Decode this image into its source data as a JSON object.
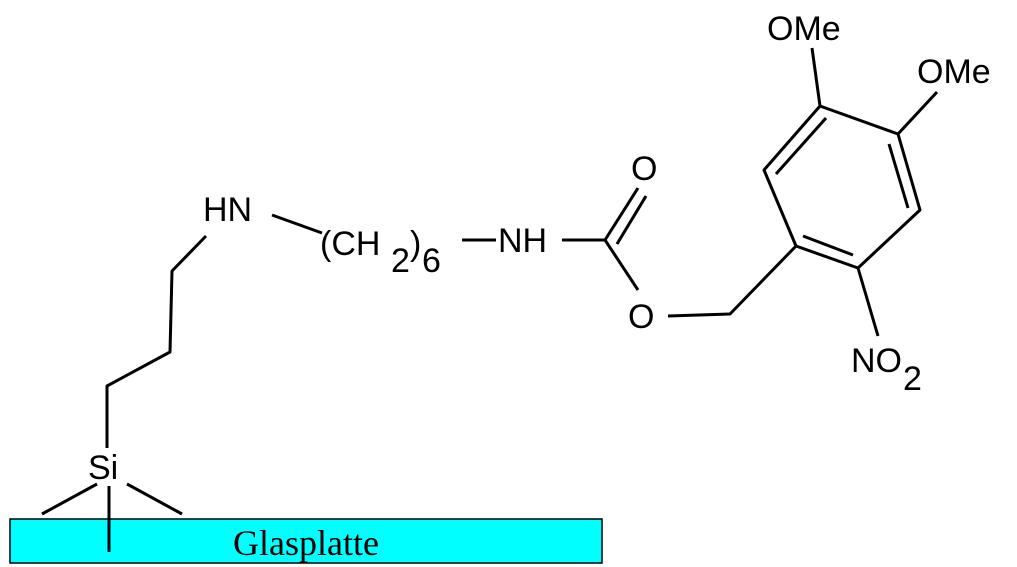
{
  "molecule": {
    "groups": {
      "ome_top": "OMe",
      "ome_right": "OMe",
      "carbonyl_o": "O",
      "ester_o": "O",
      "hn": "HN",
      "ch2_open": "(CH",
      "ch2_sub": "2",
      "ch2_close": ")",
      "ch2_count": "6",
      "nh": "NH",
      "nitro_n": "NO",
      "nitro_sub": "2",
      "si": "Si"
    }
  },
  "substrate": {
    "label": "Glasplatte",
    "color": "#00ffff",
    "border": "#000000"
  }
}
